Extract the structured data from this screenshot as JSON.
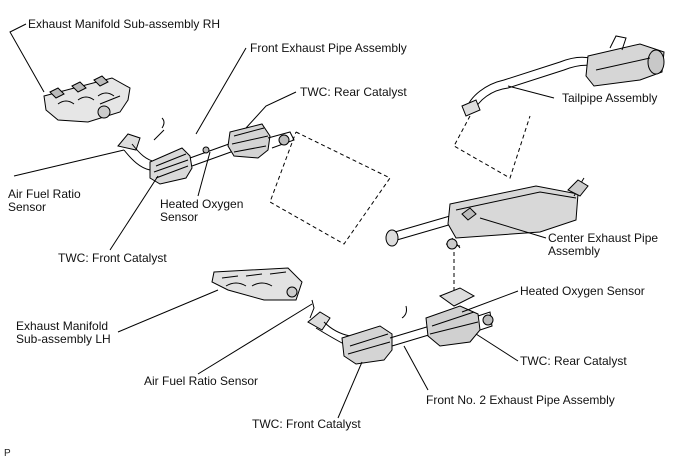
{
  "labels": {
    "exhaust_manifold_rh": "Exhaust Manifold Sub-assembly RH",
    "front_exhaust_pipe": "Front Exhaust Pipe Assembly",
    "twc_rear_catalyst_top": "TWC: Rear Catalyst",
    "tailpipe": "Tailpipe Assembly",
    "af_sensor_top_line1": "Air Fuel Ratio",
    "af_sensor_top_line2": "Sensor",
    "heated_o2_top_line1": "Heated Oxygen",
    "heated_o2_top_line2": "Sensor",
    "twc_front_catalyst_top": "TWC: Front Catalyst",
    "center_exhaust_pipe_line1": "Center Exhaust Pipe",
    "center_exhaust_pipe_line2": "Assembly",
    "heated_o2_bottom": "Heated Oxygen Sensor",
    "exhaust_manifold_lh_line1": "Exhaust Manifold",
    "exhaust_manifold_lh_line2": "Sub-assembly LH",
    "twc_rear_catalyst_bottom": "TWC: Rear Catalyst",
    "af_sensor_bottom": "Air Fuel Ratio Sensor",
    "front_no2_exhaust_pipe": "Front No. 2 Exhaust Pipe Assembly",
    "twc_front_catalyst_bottom": "TWC: Front Catalyst",
    "corner_mark": "P"
  }
}
